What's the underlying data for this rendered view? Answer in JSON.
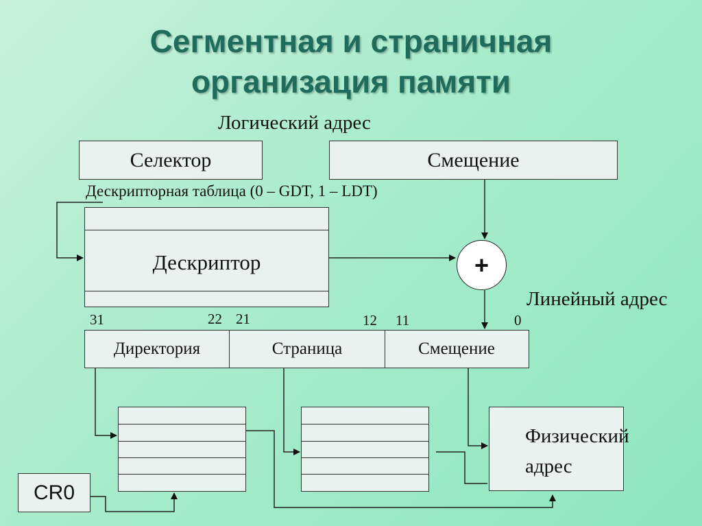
{
  "title": {
    "line1": "Сегментная и страничная",
    "line2": "организация памяти"
  },
  "logical_address": {
    "label": "Логический адрес",
    "selector": "Селектор",
    "offset": "Смещение"
  },
  "descriptor_table": {
    "caption": "Дескрипторная таблица (0 – GDT, 1 – LDT)",
    "descriptor": "Дескриптор"
  },
  "adder": {
    "symbol": "+"
  },
  "linear_address": {
    "label": "Линейный адрес",
    "bits": {
      "b31": "31",
      "b22": "22",
      "b21": "21",
      "b12": "12",
      "b11": "11",
      "b0": "0"
    },
    "fields": {
      "directory": "Директория",
      "page": "Страница",
      "offset": "Смещение"
    }
  },
  "physical_address": {
    "line1": "Физический",
    "line2": "адрес"
  },
  "register": {
    "name": "CR0"
  }
}
